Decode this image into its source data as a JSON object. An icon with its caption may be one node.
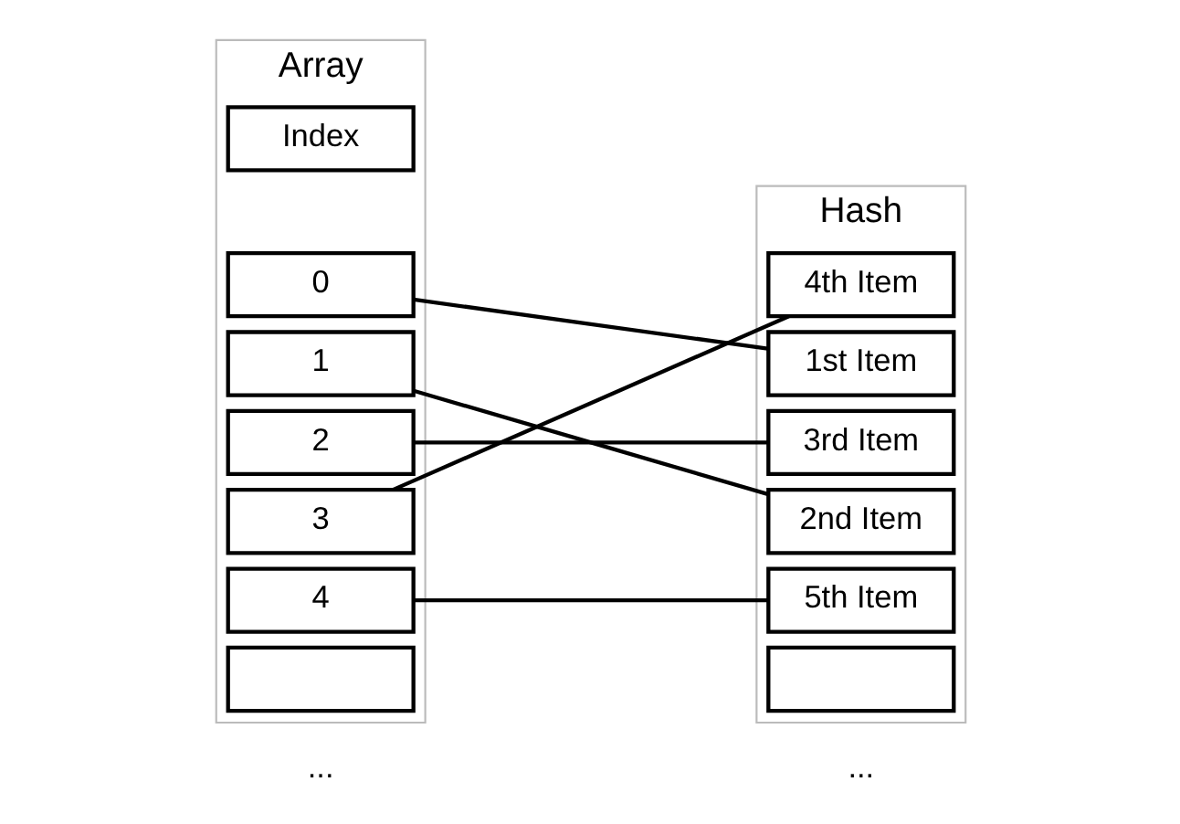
{
  "diagram": {
    "nodes": [
      {
        "text": [
          "Array"
        ]
      },
      {
        "text": [
          "Index"
        ],
        "in": 0
      },
      {
        "text": [
          "0"
        ],
        "in": 0
      },
      {
        "text": [
          "1"
        ],
        "in": 0
      },
      {
        "text": [
          "2"
        ],
        "in": 0
      },
      {
        "text": [
          "3"
        ],
        "in": 0
      },
      {
        "text": [
          "4"
        ],
        "in": 0
      },
      {
        "text": [],
        "shape": "box",
        "in": 0
      },
      {
        "text": [
          "Hash"
        ]
      },
      {
        "text": [
          "4th Item"
        ],
        "in": 8
      },
      {
        "text": [
          "1st Item"
        ],
        "in": 8
      },
      {
        "text": [
          "3rd Item"
        ],
        "in": 8
      },
      {
        "text": [
          "2nd Item"
        ],
        "in": 8
      },
      {
        "text": [
          "5th Item"
        ],
        "in": 8
      },
      {
        "text": [],
        "shape": "box",
        "in": 8
      }
    ],
    "edges": [
      {
        "from": 2,
        "to": 10,
        "arrow": "none"
      },
      {
        "from": 3,
        "to": 12,
        "arrow": "none"
      },
      {
        "from": 4,
        "to": 11,
        "arrow": "none"
      },
      {
        "from": 5,
        "to": 9,
        "arrow": "none"
      },
      {
        "from": 6,
        "to": 13,
        "arrow": "none"
      }
    ],
    "labels": [
      "...",
      "..."
    ]
  }
}
